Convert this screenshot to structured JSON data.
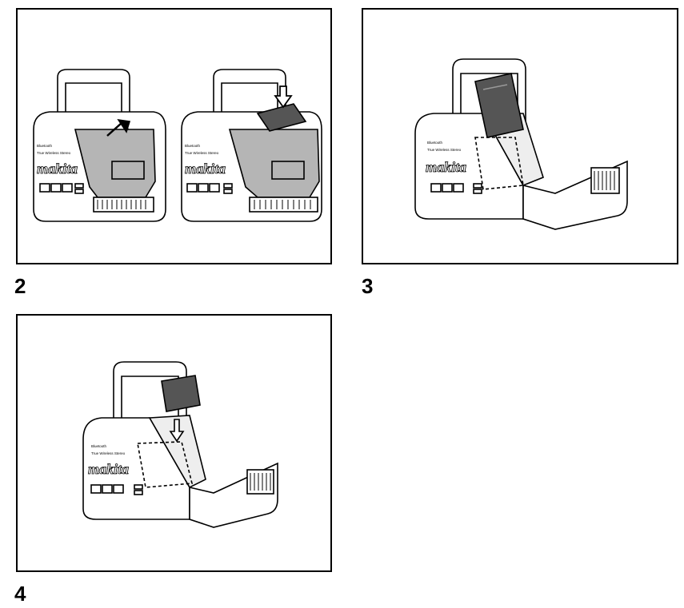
{
  "figures": [
    {
      "id": "2",
      "label": "2"
    },
    {
      "id": "3",
      "label": "3"
    },
    {
      "id": "4",
      "label": "4"
    }
  ],
  "device": {
    "bluetooth_text": "Bluetooth",
    "model_text": "True Wireless Stereo",
    "brand_text": "makita"
  },
  "colors": {
    "line": "#000000",
    "battery_gray": "#b5b5b5",
    "dark_pack": "#555555"
  }
}
